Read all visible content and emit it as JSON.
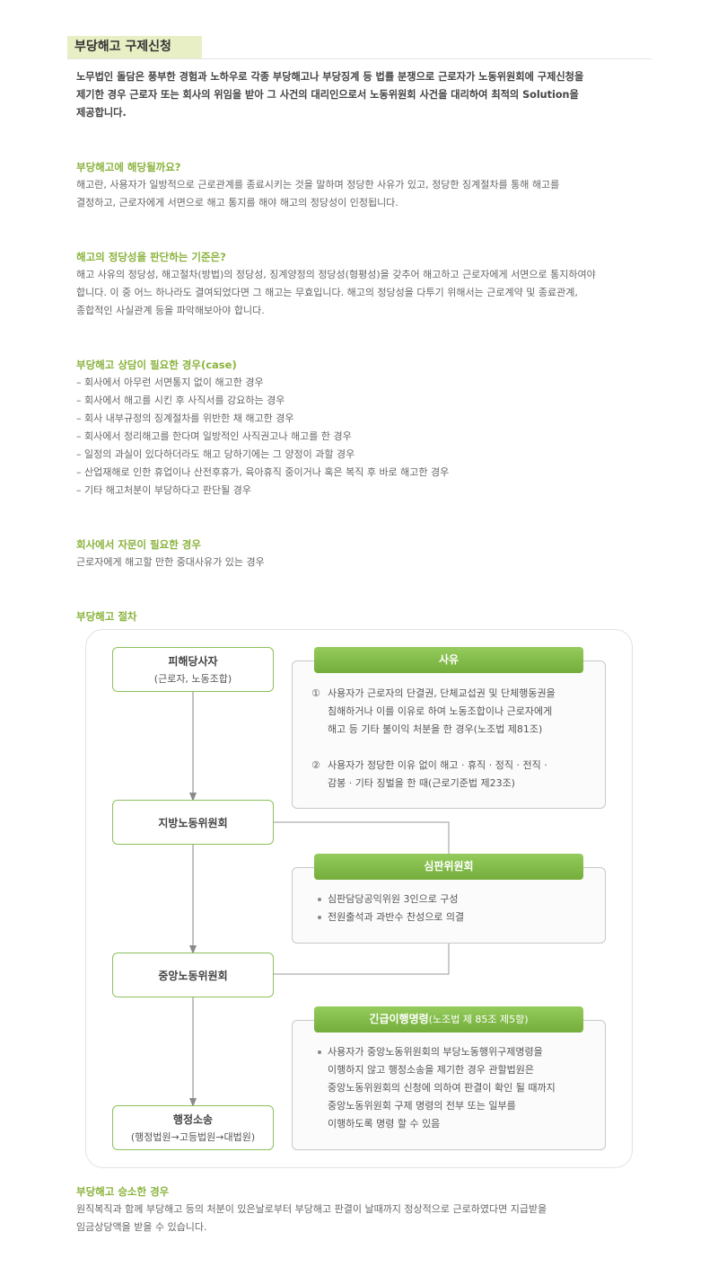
{
  "page_title": "부당해고 구제신청",
  "intro": [
    "노무법인 돌담은 풍부한 경험과 노하우로 각종 부당해고나 부당징계 등 법률 분쟁으로 근로자가 노동위원회에 구제신청을",
    "제기한 경우 근로자 또는 회사의 위임을 받아 그 사건의 대리인으로서 노동위원회 사건을 대리하여 최적의 Solution을",
    "제공합니다."
  ],
  "sections": {
    "s1": {
      "title": "부당해고에 해당될까요?",
      "lines": [
        "해고란, 사용자가 일방적으로 근로관계를 종료시키는 것을 말하며 정당한 사유가 있고, 정당한 징계절차를 통해 해고를",
        "결정하고, 근로자에게 서면으로 해고 통지를 해야 해고의 정당성이 인정됩니다."
      ]
    },
    "s2": {
      "title": "해고의 정당성을 판단하는 기준은?",
      "lines": [
        "해고 사유의 정당성, 해고절차(방법)의 정당성, 징계양정의 정당성(형평성)을 갖추어 해고하고 근로자에게 서면으로 통지하여야",
        "합니다. 이 중 어느 하나라도 결여되었다면 그 해고는 무효입니다. 해고의 정당성을 다투기 위해서는 근로계약 및 종료관계,",
        "종합적인 사실관계 등을 파악해보아야 합니다."
      ]
    },
    "s3": {
      "title": "부당해고 상담이 필요한 경우(case)",
      "lines": [
        "– 회사에서 아무런 서면통지 없이 해고한 경우",
        "– 회사에서 해고를 시킨 후 사직서를 강요하는 경우",
        "– 회사 내부규정의 징계절차를 위반한 채 해고한 경우",
        "– 회사에서 정리해고를 한다며 일방적인 사직권고나 해고를 한 경우",
        "– 일정의 과실이 있다하더라도 해고 당하기에는 그 양정이 과할 경우",
        "– 산업재해로 인한 휴업이나 산전후휴가, 육아휴직 중이거나 혹은 복직 후 바로 해고한 경우",
        "– 기타 해고처분이 부당하다고 판단될 경우"
      ]
    },
    "s4": {
      "title": "회사에서 자문이 필요한 경우",
      "lines": [
        "근로자에게 해고할 만한 중대사유가 있는 경우"
      ]
    },
    "s5": {
      "title": "부당해고 절차"
    },
    "s6": {
      "title": "부당해고 승소한 경우",
      "lines": [
        "원직복직과 함께 부당해고 등의 처분이 있은날로부터 부당해고 판결이 날때까지 정상적으로 근로하였다면 지급받을",
        "임금상당액을 받을 수 있습니다."
      ]
    }
  },
  "flow": {
    "nodes": [
      {
        "label": "피해당사자",
        "sub": "(근로자, 노동조합)"
      },
      {
        "label": "지방노동위원회",
        "sub": ""
      },
      {
        "label": "중앙노동위원회",
        "sub": ""
      },
      {
        "label": "행정소송",
        "sub": "(행정법원→고등법원→대법원)"
      }
    ],
    "reason": {
      "title": "사유",
      "items": [
        {
          "marker": "①",
          "lines": [
            "사용자가 근로자의 단결권, 단체교섭권 및 단체행동권을",
            "침해하거나 이를 이유로 하여 노동조합이나 근로자에게",
            "해고 등 기타 불이익 처분을 한 경우(노조법 제81조)"
          ]
        },
        {
          "marker": "②",
          "lines": [
            "사용자가 정당한 이유 없이 해고 · 휴직 · 정직 · 전직 ·",
            "감봉 · 기타 징벌을 한 때(근로기준법 제23조)"
          ]
        }
      ]
    },
    "committee": {
      "title": "심판위원회",
      "items": [
        "심판담당공익위원 3인으로 구성",
        "전원출석과 과반수 찬성으로 의결"
      ]
    },
    "emergency": {
      "title": "긴급이행명령",
      "title_suffix": "(노조법 제 85조 제5항)",
      "lines": [
        "사용자가 중앙노동위원회의 부당노동행위구제명령을",
        "이행하지 않고 행정소송을 제기한 경우 관할법원은",
        "중앙노동위원회의 신청에 의하여 판결이 확인 될 때까지",
        "중앙노동위원회 구제 명령의 전부 또는 일부를",
        "이행하도록 명령 할 수 있음"
      ]
    }
  },
  "colors": {
    "accent_green": "#8ab33c",
    "node_border": "#8cc05a",
    "title_bg": "#e8efc4"
  }
}
